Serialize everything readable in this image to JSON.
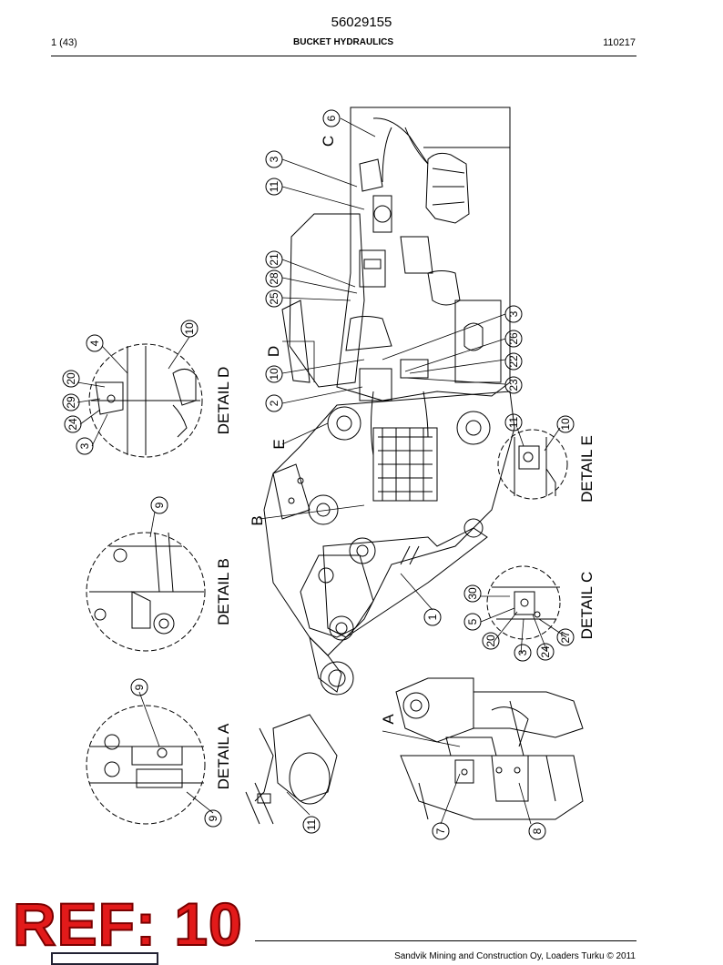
{
  "header": {
    "doc_number": "56029155",
    "page": "1 (43)",
    "title": "BUCKET HYDRAULICS",
    "date_code": "110217"
  },
  "details": {
    "d": "DETAIL  D",
    "b": "DETAIL  B",
    "a": "DETAIL  A",
    "e": "DETAIL  E",
    "c": "DETAIL  C"
  },
  "view_letters": [
    "C",
    "D",
    "E",
    "B",
    "A"
  ],
  "callouts": {
    "main": [
      "6",
      "3",
      "11",
      "21",
      "28",
      "25",
      "3",
      "26",
      "22",
      "23",
      "10",
      "2",
      "1",
      "7",
      "8",
      "11"
    ],
    "detail_d": [
      "10",
      "4",
      "20",
      "29",
      "24",
      "3"
    ],
    "detail_b": [
      "9"
    ],
    "detail_a": [
      "9",
      "9"
    ],
    "detail_e": [
      "11",
      "10"
    ],
    "detail_c": [
      "30",
      "5",
      "20",
      "3",
      "24",
      "27"
    ]
  },
  "stamp": "REF: 10",
  "footer": "Sandvik Mining and Construction Oy, Loaders Turku © 2011"
}
